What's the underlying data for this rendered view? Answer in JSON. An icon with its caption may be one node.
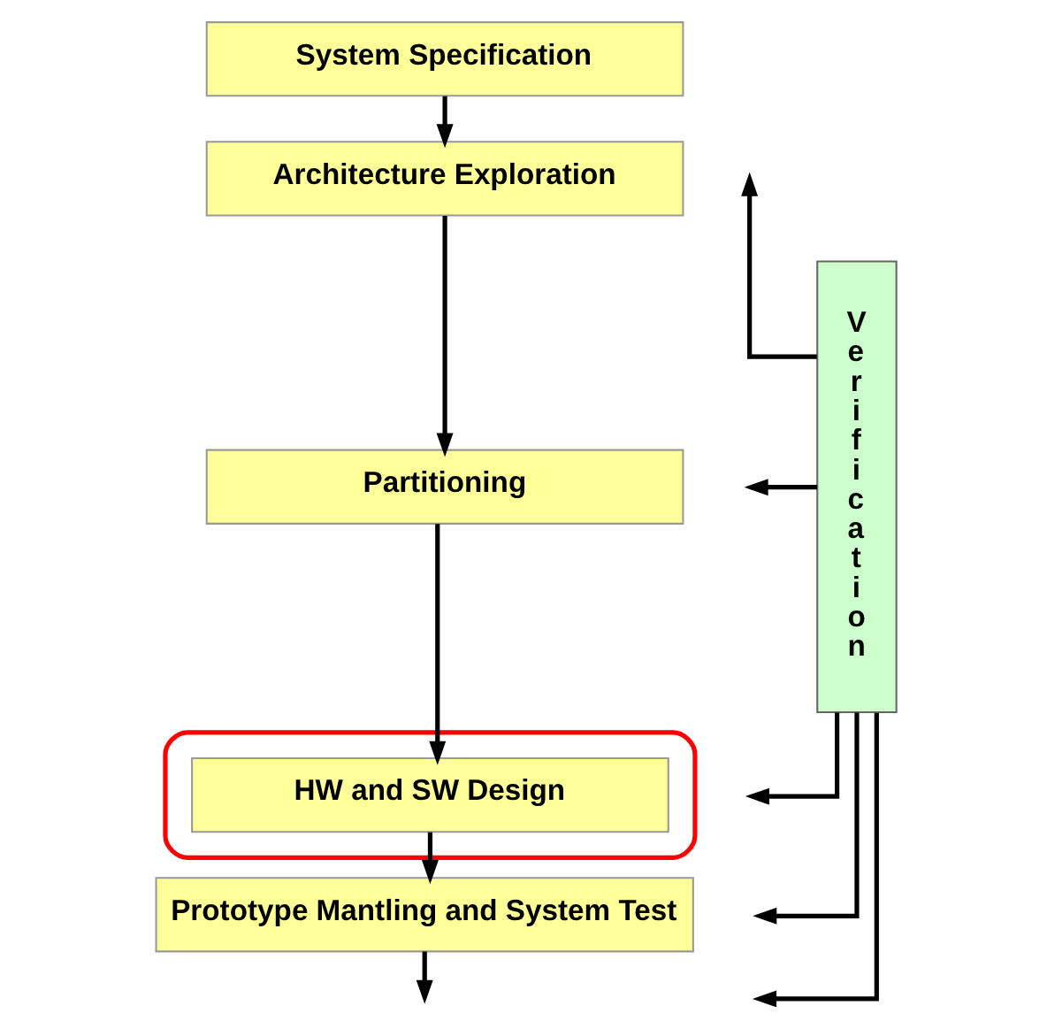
{
  "diagram": {
    "nodes": [
      {
        "text": [
          "System Specification"
        ]
      },
      {
        "text": [
          "Architecture Exploration"
        ]
      },
      {
        "text": [
          "Partitioning"
        ]
      },
      {
        "text": [],
        "shape": "ellipse"
      },
      {
        "text": [
          "HW and SW Design"
        ],
        "in": 3
      },
      {
        "text": [
          "Prototype Mantling and System Test"
        ]
      },
      {
        "text": [
          "Verification"
        ]
      }
    ],
    "edges": [
      {
        "from": 0,
        "to": 1,
        "arrow": "to"
      },
      {
        "from": 1,
        "to": 2,
        "arrow": "to"
      },
      {
        "from": 2,
        "to": 4,
        "arrow": "to"
      },
      {
        "from": 4,
        "to": 5,
        "arrow": "to"
      },
      {
        "from": 5,
        "to": null,
        "arrow": "to"
      },
      {
        "from": 6,
        "to": null,
        "arrow": "to"
      },
      {
        "from": 6,
        "to": null,
        "arrow": "to"
      },
      {
        "from": 6,
        "to": null,
        "arrow": "to"
      },
      {
        "from": 6,
        "to": null,
        "arrow": "to"
      },
      {
        "from": 6,
        "to": null,
        "arrow": "to"
      }
    ]
  }
}
